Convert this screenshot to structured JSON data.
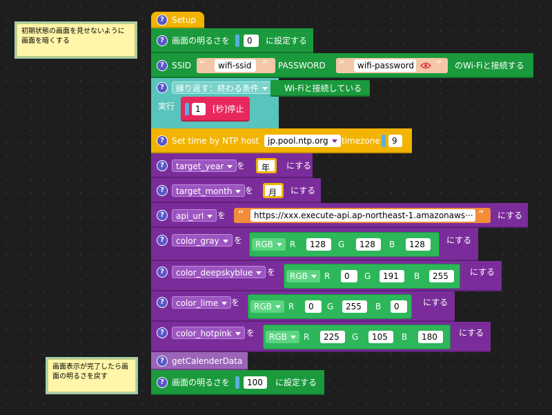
{
  "comments": [
    {
      "text": "初期状態の画面を見せないように画面を暗くする"
    },
    {
      "text": "画面表示が完了したら画面の明るさを戻す"
    }
  ],
  "setup": {
    "label": "Setup",
    "help_icon": "help-icon"
  },
  "brightness1": {
    "label": "画面の明るさを",
    "value": "0",
    "suffix": "に設定する"
  },
  "wifi": {
    "ssid_label": "SSID",
    "ssid_value": "wifi-ssid",
    "password_label": "PASSWORD",
    "password_value": "wifi-password",
    "suffix": "のWi-Fiと接続する",
    "eye_icon": "eye-icon"
  },
  "repeat": {
    "dropdown": "繰り返す：終わる条件",
    "condition": "Wi-Fiと接続している",
    "do_label": "実行",
    "wait_value": "1",
    "wait_suffix": "[秒]停止"
  },
  "ntp": {
    "label": "Set time by NTP host",
    "host": "jp.pool.ntp.org",
    "tz_label": "timezone",
    "tz_value": "9"
  },
  "vars": [
    {
      "name": "target_year",
      "op": "を",
      "value": "年",
      "suffix": "にする"
    },
    {
      "name": "target_month",
      "op": "を",
      "value": "月",
      "suffix": "にする"
    },
    {
      "name": "api_url",
      "op": "を",
      "value": "https://xxx.execute-api.ap-northeast-1.amazonaws···",
      "suffix": "にする"
    }
  ],
  "colors": [
    {
      "name": "color_gray",
      "op": "を",
      "rgb": "RGB",
      "r": "128",
      "g": "128",
      "b": "128",
      "suffix": "にする"
    },
    {
      "name": "color_deepskyblue",
      "op": "を",
      "rgb": "RGB",
      "r": "0",
      "g": "191",
      "b": "255",
      "suffix": "にする"
    },
    {
      "name": "color_lime",
      "op": "を",
      "rgb": "RGB",
      "r": "0",
      "g": "255",
      "b": "0",
      "suffix": "にする"
    },
    {
      "name": "color_hotpink",
      "op": "を",
      "rgb": "RGB",
      "r": "225",
      "g": "105",
      "b": "180",
      "suffix": "にする"
    }
  ],
  "rgb_labels": {
    "r": "R",
    "g": "G",
    "b": "B"
  },
  "calendar": {
    "label": "getCalenderData"
  },
  "brightness2": {
    "label": "画面の明るさを",
    "value": "100",
    "suffix": "に設定する"
  },
  "palette": {
    "green": "#1a9a3c",
    "purple": "#7a2d9a",
    "gold": "#f2b400",
    "teal": "#58c4bb",
    "pink": "#e8285d",
    "orange": "#f18c3a",
    "help": "#5a57c9"
  }
}
